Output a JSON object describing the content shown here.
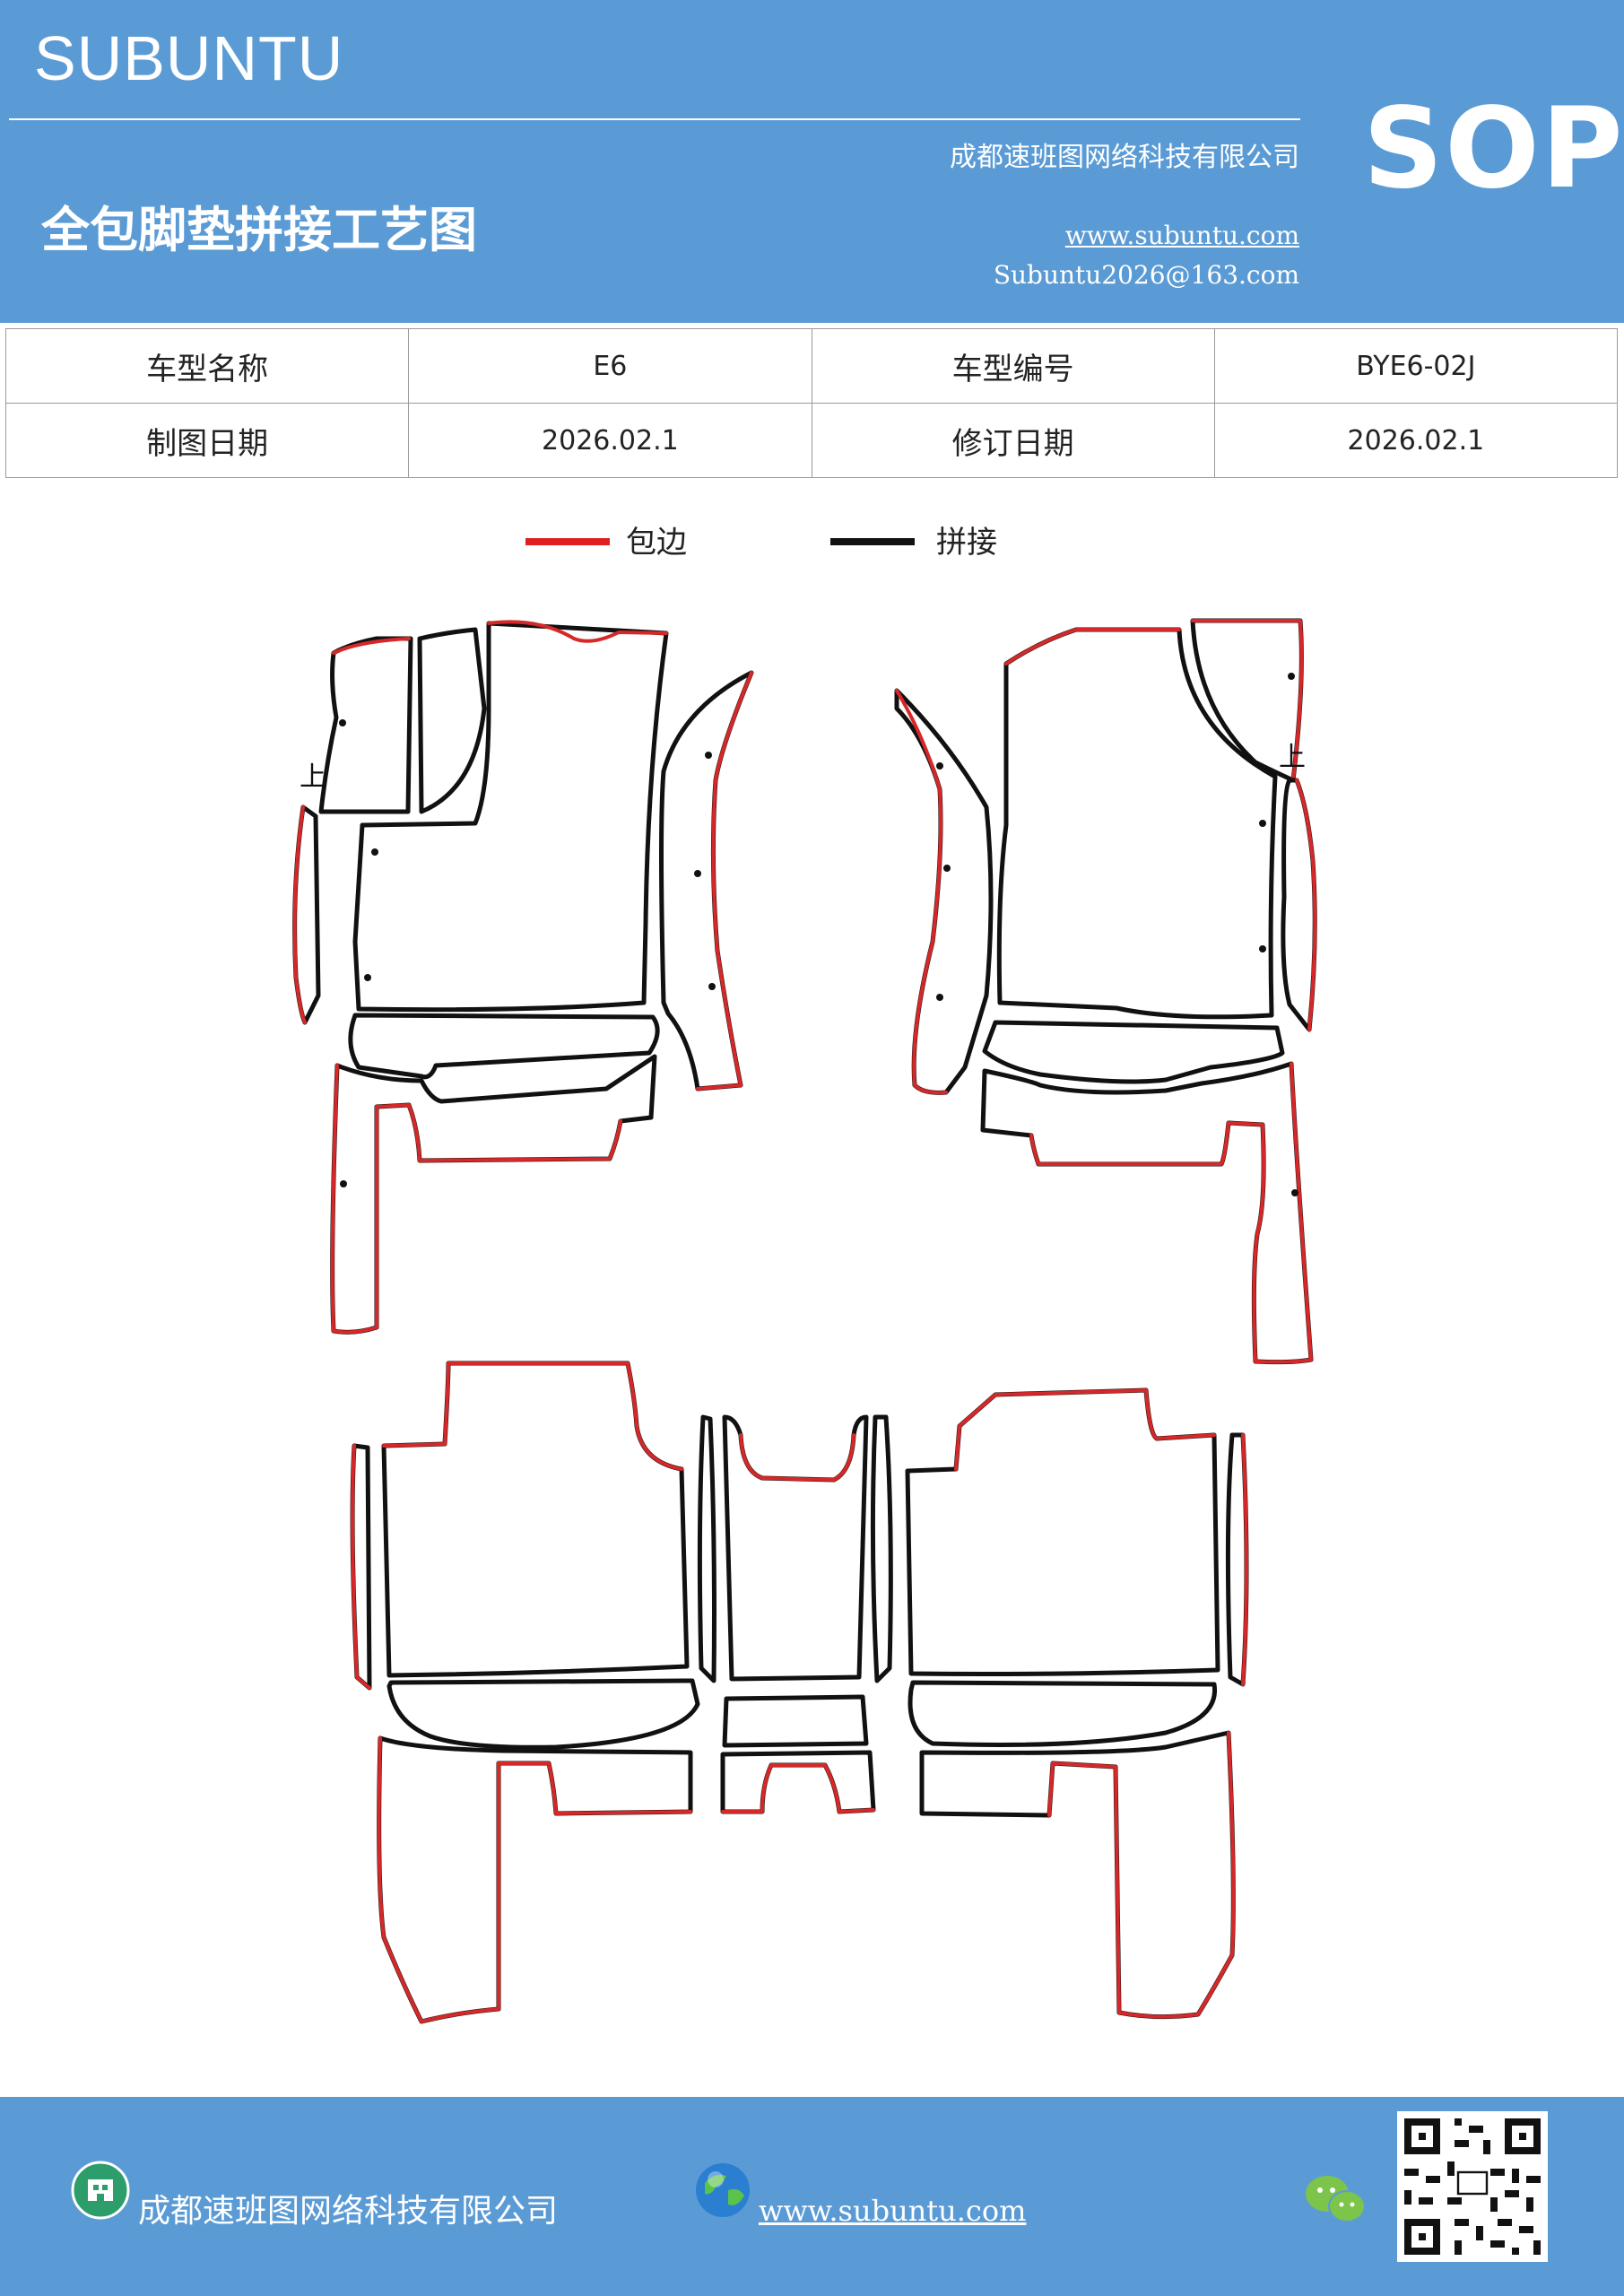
{
  "header": {
    "brand": "SUBUNTU",
    "company": "成都速班图网络科技有限公司",
    "title": "全包脚垫拼接工艺图",
    "url": "www.subuntu.com",
    "email": "Subuntu2026@163.com",
    "badge": "SOP"
  },
  "info": {
    "model_name_label": "车型名称",
    "model_name": "E6",
    "model_code_label": "车型编号",
    "model_code": "BYE6-02J",
    "draw_date_label": "制图日期",
    "draw_date": "2026.02.1",
    "revise_date_label": "修订日期",
    "revise_date": "2026.02.1"
  },
  "legend": {
    "edge_label": "包边",
    "edge_color": "#e02020",
    "join_label": "拼接",
    "join_color": "#111111"
  },
  "drawing": {
    "marker_left": "上",
    "marker_right": "上"
  },
  "footer": {
    "company": "成都速班图网络科技有限公司",
    "url": "www.subuntu.com",
    "icons": [
      "company-icon",
      "globe-icon",
      "wechat-icon",
      "qr-code"
    ]
  }
}
